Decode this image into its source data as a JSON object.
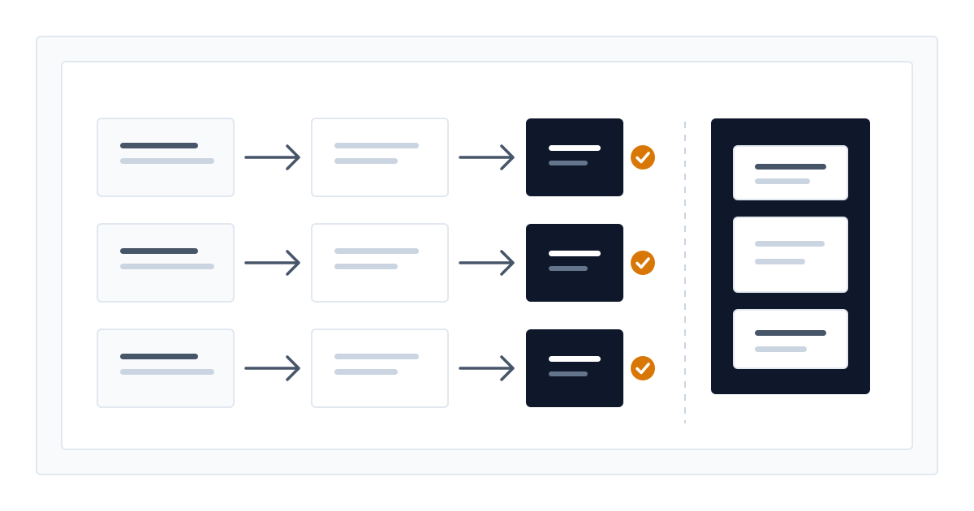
{
  "colors": {
    "frame_background": "#f8fafc",
    "border": "#e2e8f0",
    "dark_card": "#0f172a",
    "text_bar_dark": "#475569",
    "text_bar_light": "#cbd5e1",
    "text_bar_muted": "#64748b",
    "arrow": "#475569",
    "check_badge": "#d97706",
    "divider": "#cbd5e1"
  },
  "icons": {
    "arrow": "arrow-right-icon",
    "status": "check-circle-icon"
  },
  "rows": [
    {
      "source": "placeholder-text",
      "pending": "placeholder-text",
      "done": "placeholder-text",
      "status": "complete"
    },
    {
      "source": "placeholder-text",
      "pending": "placeholder-text",
      "done": "placeholder-text",
      "status": "complete"
    },
    {
      "source": "placeholder-text",
      "pending": "placeholder-text",
      "done": "placeholder-text",
      "status": "complete"
    }
  ],
  "collection": {
    "items": [
      {
        "emphasis": "dark"
      },
      {
        "emphasis": "light"
      },
      {
        "emphasis": "dark"
      }
    ]
  }
}
